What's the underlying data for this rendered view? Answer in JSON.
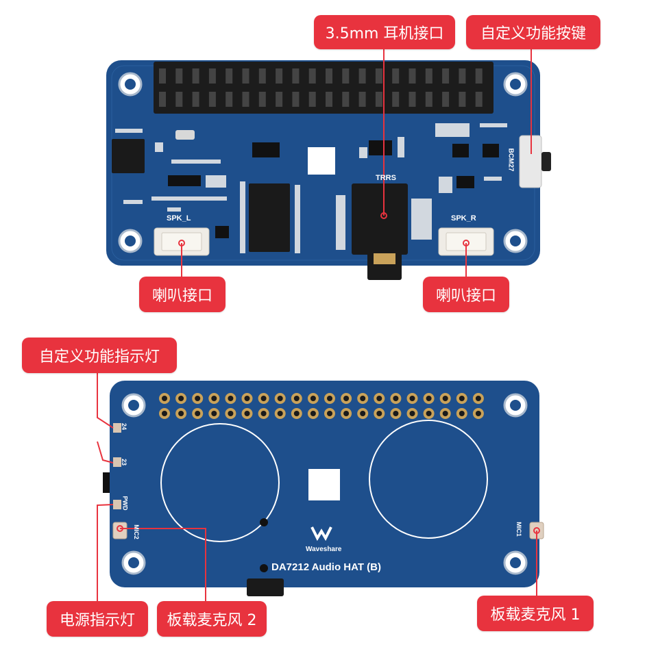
{
  "top_board": {
    "silkscreen": {
      "trrs": "TRRS",
      "spk_l": "SPK_L",
      "spk_r": "SPK_R",
      "bcm27": "BCM27"
    }
  },
  "bottom_board": {
    "silkscreen": {
      "pin24": "24",
      "pin23": "23",
      "pwd": "PWD",
      "mic2": "MIC2",
      "mic1": "MIC1",
      "brand": "Waveshare",
      "product": "DA7212 Audio HAT (B)"
    }
  },
  "callouts": {
    "jack": "3.5mm 耳机接口",
    "custom_button": "自定义功能按键",
    "speaker_left": "喇叭接口",
    "speaker_right": "喇叭接口",
    "custom_led": "自定义功能指示灯",
    "power_led": "电源指示灯",
    "mic2": "板载麦克风 2",
    "mic1": "板载麦克风 1"
  },
  "colors": {
    "label_bg": "#e8333e",
    "pcb": "#1e4f8c",
    "leader": "#e8333e"
  }
}
